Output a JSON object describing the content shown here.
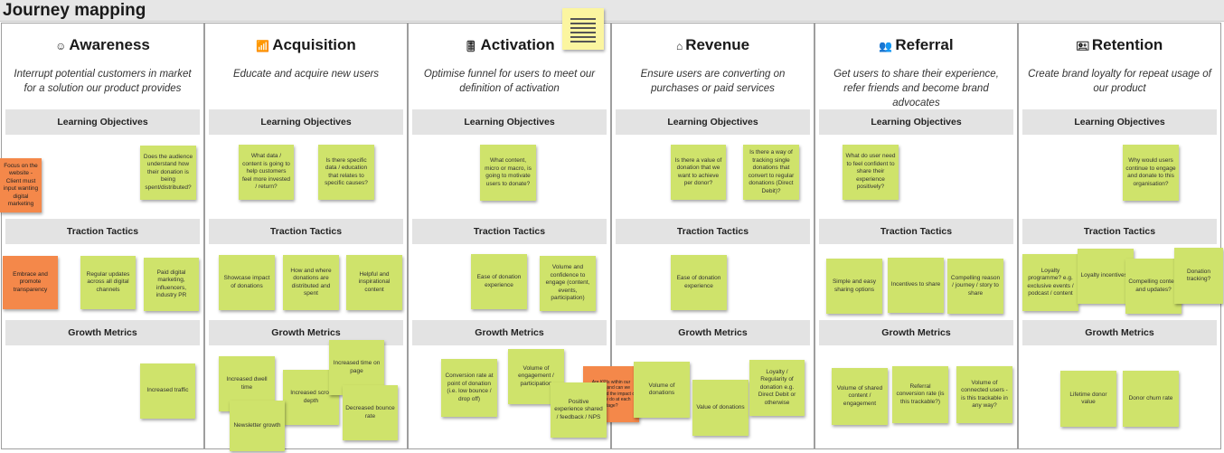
{
  "board": {
    "title": "Journey mapping"
  },
  "band_labels": {
    "lo": "Learning Objectives",
    "tt": "Traction Tactics",
    "gm": "Growth Metrics"
  },
  "columns": [
    {
      "title": "Awareness",
      "icon": "☺",
      "subtitle": "Interrupt potential customers in market for a solution our product provides"
    },
    {
      "title": "Acquisition",
      "icon": "📶",
      "subtitle": "Educate and acquire new users"
    },
    {
      "title": "Activation",
      "icon": "🎚",
      "subtitle": "Optimise funnel for users to meet our definition of activation"
    },
    {
      "title": "Revenue",
      "icon": "⌂",
      "subtitle": "Ensure users are converting on purchases or paid services"
    },
    {
      "title": "Referral",
      "icon": "👥",
      "subtitle": "Get users to share their experience, refer friends and become brand advocates"
    },
    {
      "title": "Retention",
      "icon": "🖭",
      "subtitle": "Create brand loyalty for repeat usage of our product"
    }
  ],
  "stickies": [
    {
      "text": "Focus on the website - Client must input wanting digital marketing",
      "color": "orange"
    },
    {
      "text": "Does the audience understand how their donation is being spent/distributed?",
      "color": "green"
    },
    {
      "text": "Embrace and promote transparency",
      "color": "orange"
    },
    {
      "text": "Regular updates across all digital channels",
      "color": "green"
    },
    {
      "text": "Paid digital marketing, influencers, industry PR",
      "color": "green"
    },
    {
      "text": "Increased traffic",
      "color": "green"
    },
    {
      "text": "What data / content is going to help customers feel more invested / return?",
      "color": "green"
    },
    {
      "text": "Is there specific data / education that relates to specific causes?",
      "color": "green"
    },
    {
      "text": "Showcase impact of donations",
      "color": "green"
    },
    {
      "text": "How and where donations are distributed and spent",
      "color": "green"
    },
    {
      "text": "Helpful and inspirational content",
      "color": "green"
    },
    {
      "text": "Increased dwell time",
      "color": "green"
    },
    {
      "text": "Increased scroll depth",
      "color": "green"
    },
    {
      "text": "Increased time on page",
      "color": "green"
    },
    {
      "text": "Decreased bounce rate",
      "color": "green"
    },
    {
      "text": "Newsletter growth",
      "color": "green"
    },
    {
      "text": "What content, micro or macro, is going to motivate users to donate?",
      "color": "green"
    },
    {
      "text": "Ease of donation experience",
      "color": "green"
    },
    {
      "text": "Volume and confidence to engage (content, events, participation)",
      "color": "green"
    },
    {
      "text": "Conversion rate at point of donation (i.e. low bounce / drop off)",
      "color": "green"
    },
    {
      "text": "Volume of engagement / participation",
      "color": "green"
    },
    {
      "text": "Positive experience shared / feedback / NPS",
      "color": "green"
    },
    {
      "text": "Are KPIs within our control and can we understand the impact of what we do at each stage?",
      "color": "orange"
    },
    {
      "text": "Is there a value of donation that we want to achieve per donor?",
      "color": "green"
    },
    {
      "text": "Is there a way of tracking single donations that convert to regular donations (Direct Debit)?",
      "color": "green"
    },
    {
      "text": "Ease of donation experience",
      "color": "green"
    },
    {
      "text": "Volume of donations",
      "color": "green"
    },
    {
      "text": "Value of donations",
      "color": "green"
    },
    {
      "text": "Loyalty / Regularity of donation e.g. Direct Debit or otherwise",
      "color": "green"
    },
    {
      "text": "What do user need to feel confident to share their experience positively?",
      "color": "green"
    },
    {
      "text": "Simple and easy sharing options",
      "color": "green"
    },
    {
      "text": "Incentives to share",
      "color": "green"
    },
    {
      "text": "Compelling reason / journey / story to share",
      "color": "green"
    },
    {
      "text": "Volume of shared content / engagement",
      "color": "green"
    },
    {
      "text": "Referral conversion rate (is this trackable?)",
      "color": "green"
    },
    {
      "text": "Volume of connected users - is this trackable in any way?",
      "color": "green"
    },
    {
      "text": "Why would users continue to engage and donate to this organisation?",
      "color": "green"
    },
    {
      "text": "Loyalty programme? e.g. exclusive events / podcast / content",
      "color": "green"
    },
    {
      "text": "Loyalty incentives?",
      "color": "green"
    },
    {
      "text": "Compelling context and updates?",
      "color": "green"
    },
    {
      "text": "Donation tracking?",
      "color": "green"
    },
    {
      "text": "Lifetime donor value",
      "color": "green"
    },
    {
      "text": "Donor churn rate",
      "color": "green"
    }
  ]
}
